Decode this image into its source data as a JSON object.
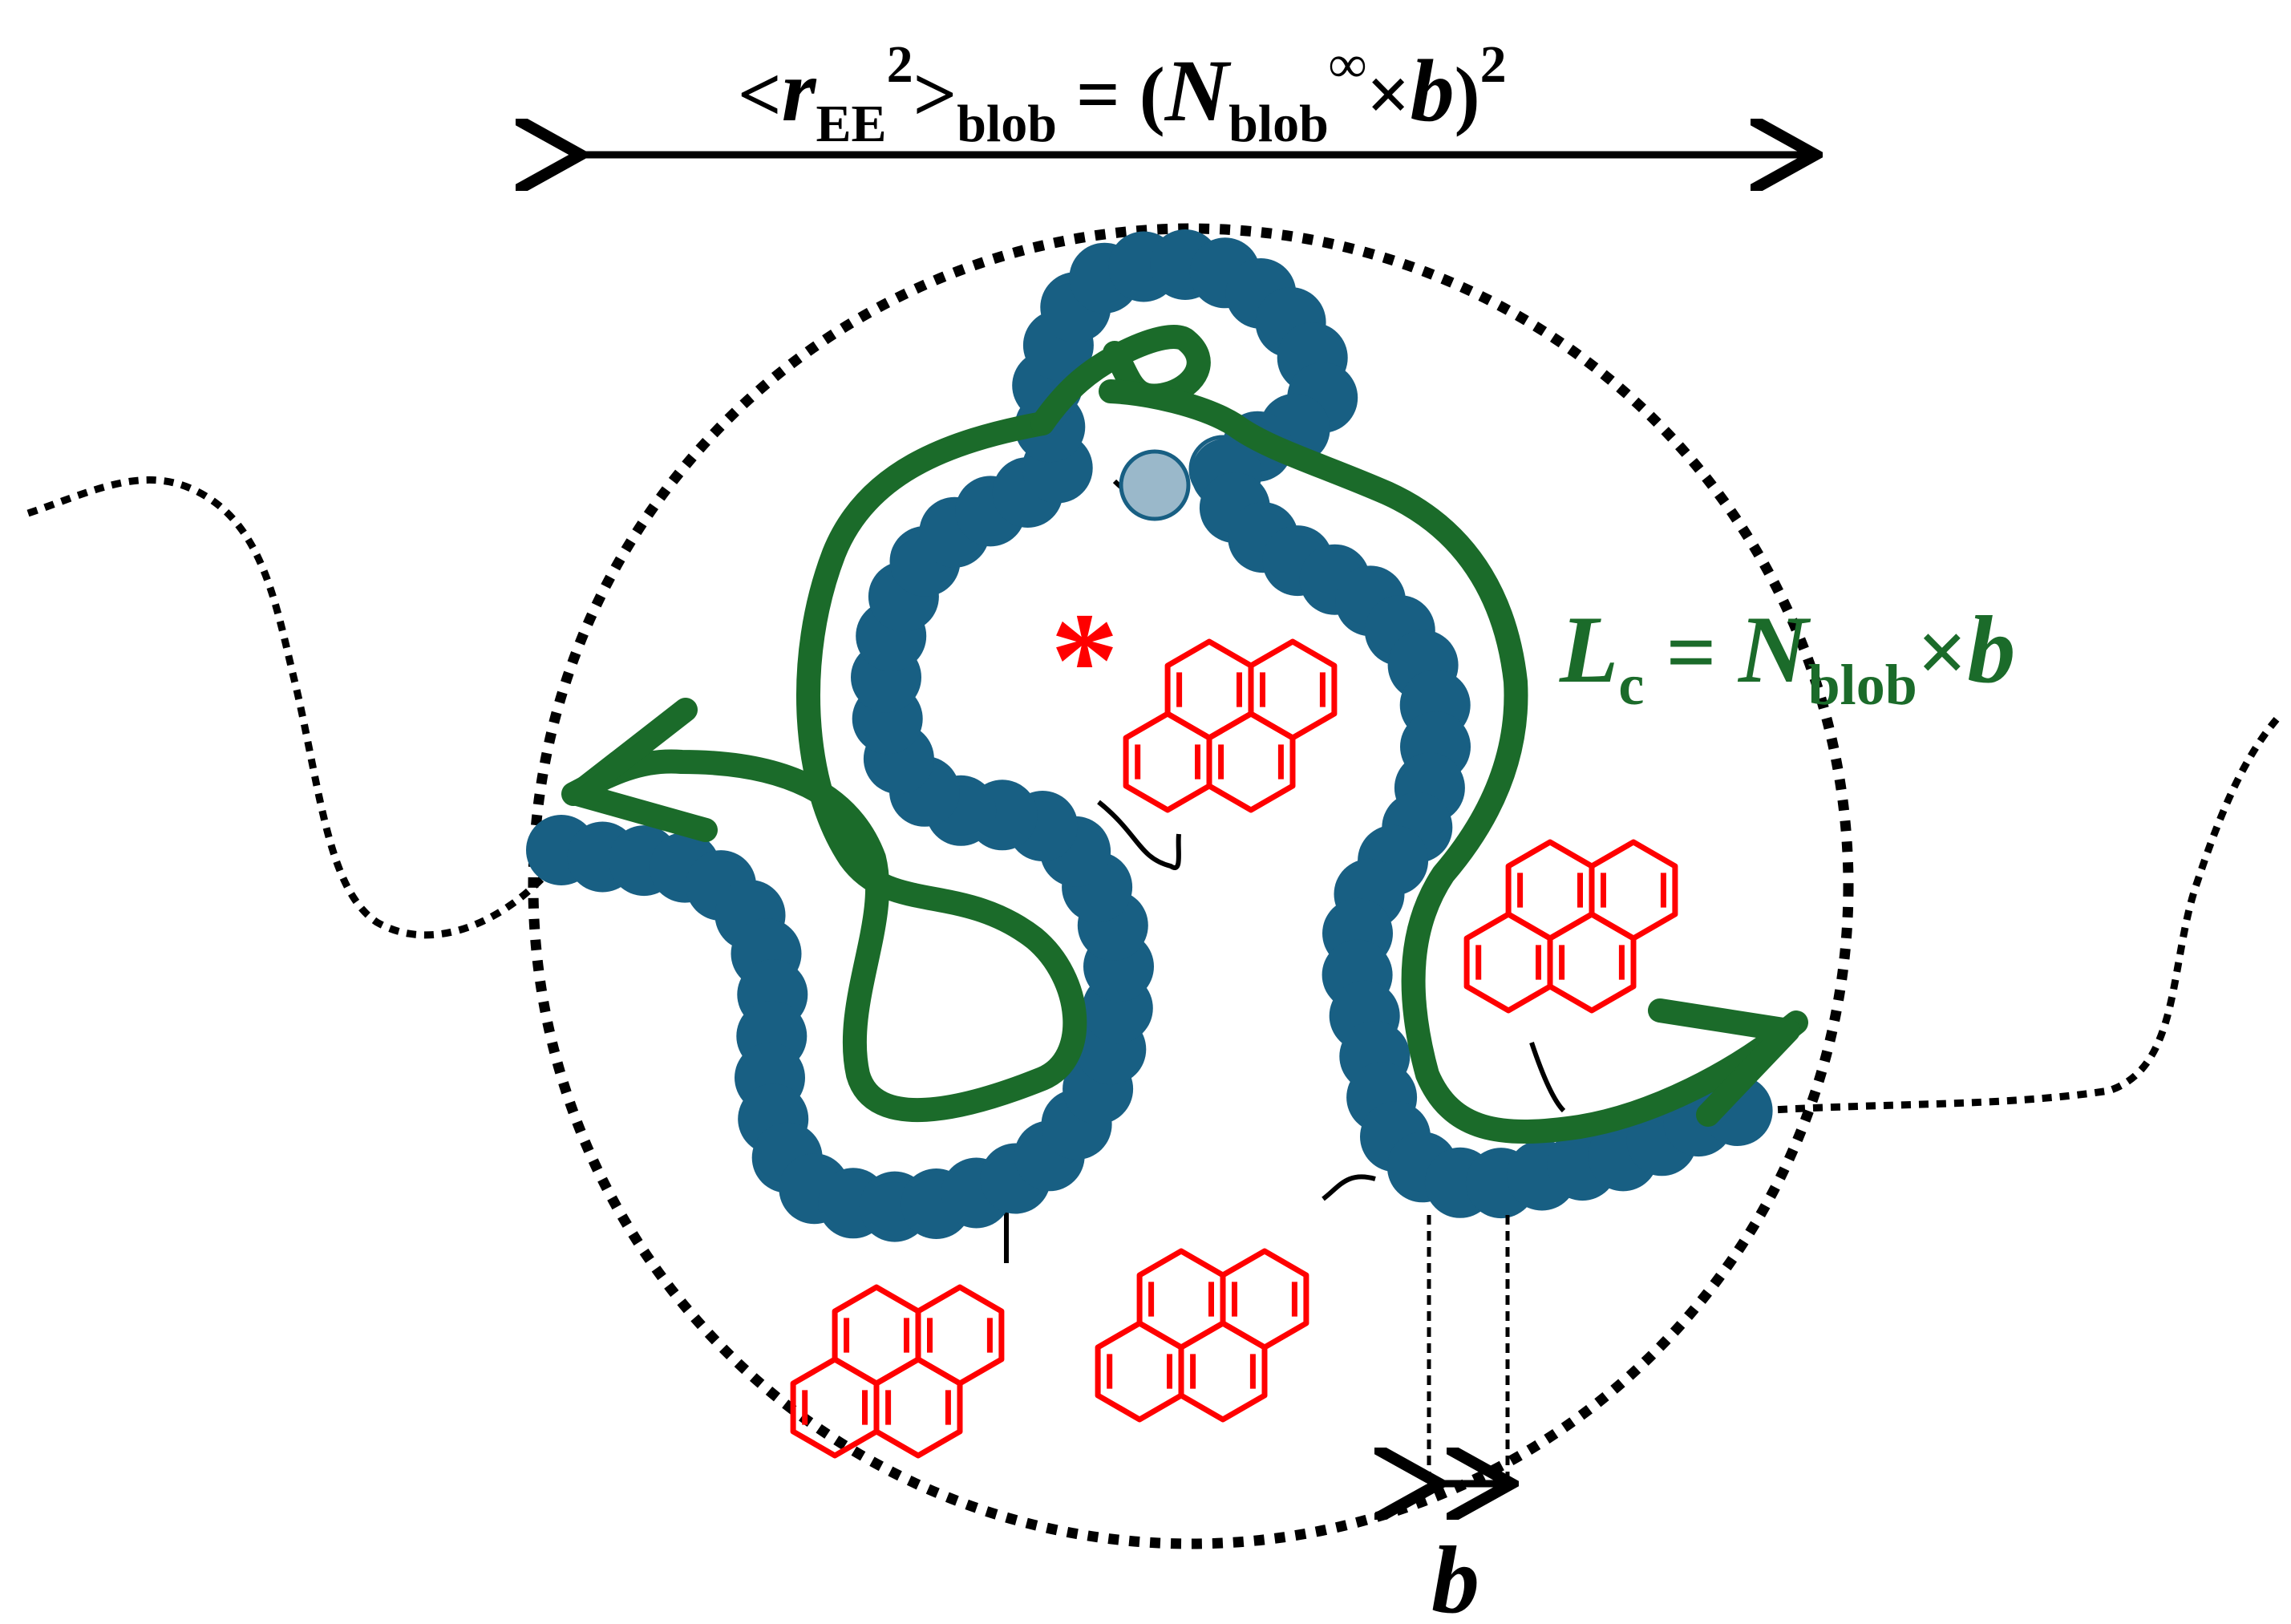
{
  "colors": {
    "bead": "#185f83",
    "contour": "#1b6b2a",
    "pyrene": "#ff0000",
    "ink": "#000000",
    "background": "#ffffff"
  },
  "top_formula": {
    "lt": "<",
    "r": "r",
    "ee_sub": "EE",
    "sq": "2",
    "gt": ">",
    "blob_sub": "blob",
    "eq": " = (",
    "n": "N",
    "blob_sub2": "blob",
    "inf": "∞",
    "times": "×",
    "b": "b",
    "close": ")",
    "sq2": "2"
  },
  "contour_formula": {
    "l": "L",
    "c_sub": "c",
    "eq": " = ",
    "n": "N",
    "blob_sub": "blob",
    "times": "×",
    "b": "b"
  },
  "bond_label": "b",
  "excited_marker": "*"
}
